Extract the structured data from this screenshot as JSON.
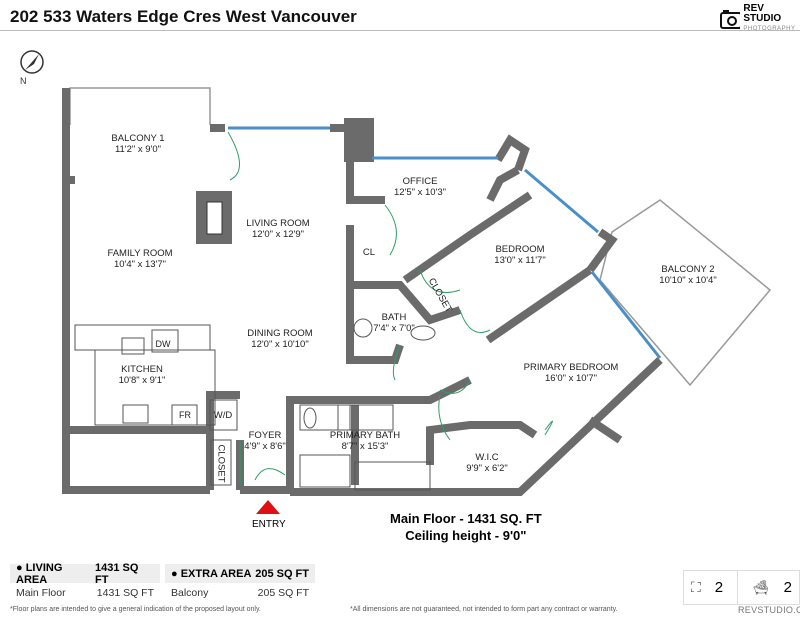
{
  "header": {
    "title": "202 533 Waters Edge Cres West Vancouver",
    "logo": {
      "name": "REV STUDIO",
      "sub": "PHOTOGRAPHY"
    }
  },
  "compass": {
    "label": "N"
  },
  "rooms": [
    {
      "name": "BALCONY 1",
      "dims": "11'2\" x 9'0\""
    },
    {
      "name": "LIVING ROOM",
      "dims": "12'0\" x 12'9\""
    },
    {
      "name": "OFFICE",
      "dims": "12'5\" x 10'3\""
    },
    {
      "name": "BEDROOM",
      "dims": "13'0\" x 11'7\""
    },
    {
      "name": "BALCONY 2",
      "dims": "10'10\" x 10'4\""
    },
    {
      "name": "FAMILY ROOM",
      "dims": "10'4\" x 13'7\""
    },
    {
      "name": "CL",
      "dims": ""
    },
    {
      "name": "CLOSET",
      "dims": ""
    },
    {
      "name": "BATH",
      "dims": "7'4\" x 7'0\""
    },
    {
      "name": "DINING ROOM",
      "dims": "12'0\" x 10'10\""
    },
    {
      "name": "KITCHEN",
      "dims": "10'8\" x 9'1\""
    },
    {
      "name": "PRIMARY BEDROOM",
      "dims": "16'0\" x 10'7\""
    },
    {
      "name": "W/D",
      "dims": ""
    },
    {
      "name": "FOYER",
      "dims": "4'9\" x 8'6\""
    },
    {
      "name": "PRIMARY BATH",
      "dims": "8'7\" x 15'3\""
    },
    {
      "name": "W.I.C",
      "dims": "9'9\" x 6'2\""
    },
    {
      "name": "CLOSET",
      "dims": ""
    }
  ],
  "fixtures": {
    "dw": "DW",
    "fr": "FR"
  },
  "entry": "ENTRY",
  "info": {
    "main_floor": "Main Floor - 1431 SQ. FT",
    "ceiling": "Ceiling height - 9'0\""
  },
  "table": {
    "living": {
      "header": "LIVING AREA",
      "header_value": "1431 SQ FT",
      "row": "Main Floor",
      "row_value": "1431 SQ FT"
    },
    "extra": {
      "header": "EXTRA AREA",
      "header_value": "205 SQ FT",
      "row": "Balcony",
      "row_value": "205 SQ FT"
    }
  },
  "counts": {
    "bedrooms": "2",
    "bathrooms": "2"
  },
  "footer": {
    "left": "*Floor plans are intended to give a general indication of the proposed layout only.",
    "center": "*All dimensions are not guaranteed, not intended to form part any contract or warranty.",
    "right": "REVSTUDIO.CA"
  },
  "colors": {
    "wall": "#6b6b6b",
    "door": "#2e9e6a",
    "window": "#4a8fc7",
    "entry": "#e01010"
  }
}
